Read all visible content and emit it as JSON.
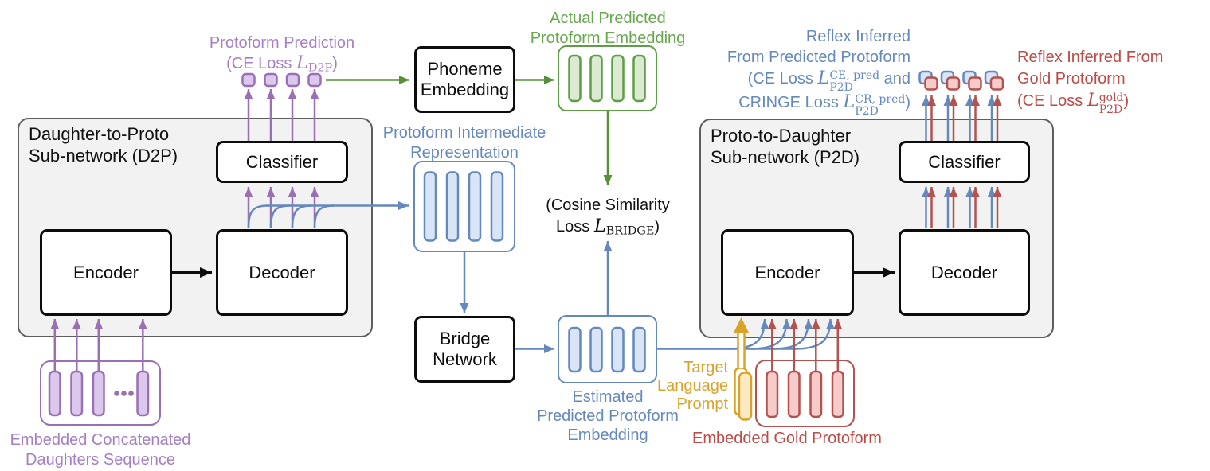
{
  "d2p": {
    "title_line1": "Daughter-to-Proto",
    "title_line2": "Sub-network (D2P)",
    "encoder": "Encoder",
    "decoder": "Decoder",
    "classifier": "Classifier"
  },
  "p2d": {
    "title_line1": "Proto-to-Daughter",
    "title_line2": "Sub-network (P2D)",
    "encoder": "Encoder",
    "decoder": "Decoder",
    "classifier": "Classifier"
  },
  "phoneme_embedding": {
    "line1": "Phoneme",
    "line2": "Embedding"
  },
  "bridge_network": {
    "line1": "Bridge",
    "line2": "Network"
  },
  "labels": {
    "protoform_prediction": {
      "line1": "Protoform Prediction",
      "loss_prefix": "(CE Loss ",
      "L": "L",
      "sub": "D2P",
      "suffix": ")"
    },
    "actual_predicted": {
      "line1": "Actual Predicted",
      "line2": "Protoform Embedding"
    },
    "protoform_intermediate": {
      "line1": "Protoform Intermediate",
      "line2": "Representation"
    },
    "cosine": {
      "line1": "(Cosine Similarity",
      "loss_prefix": "Loss ",
      "L": "L",
      "sub": "BRIDGE",
      "suffix": ")"
    },
    "estimated": {
      "line1": "Estimated",
      "line2": "Predicted Protoform",
      "line3": "Embedding"
    },
    "embedded_daughters": {
      "line1": "Embedded Concatenated",
      "line2": "Daughters Sequence"
    },
    "embedded_gold": {
      "text": "Embedded Gold Protoform"
    },
    "target_prompt": {
      "line1": "Target",
      "line2": "Language",
      "line3": "Prompt"
    },
    "reflex_pred": {
      "line1": "Reflex Inferred",
      "line2": "From Predicted Protoform",
      "line3_prefix": "(CE Loss ",
      "L3": "L",
      "line3_sup": "CE, pred",
      "line3_sub": "P2D",
      "line3_suffix": " and",
      "line4_prefix": "CRINGE Loss ",
      "L4": "L",
      "line4_sup": "CR, pred",
      "line4_sub": "P2D",
      "line4_suffix": ")"
    },
    "reflex_gold": {
      "line1": "Reflex Inferred From",
      "line2": "Gold Protoform",
      "line3_prefix": "(CE Loss ",
      "L": "L",
      "sup": "gold",
      "sub": "P2D",
      "suffix": ")"
    }
  },
  "colors": {
    "purple": "#9b6fb4",
    "purpleLight": "#dcc8ec",
    "purpleText": "#a67fc6",
    "green": "#5f9e47",
    "greenArrow": "#569039",
    "greenLight": "#ddead3",
    "greenText": "#67a84f",
    "blue": "#6589bd",
    "blueLight": "#d9e4f6",
    "red": "#b3524f",
    "redLight": "#f5ccc9",
    "redText": "#bd4b47",
    "yellow": "#d9a32a",
    "yellowLight": "#fce9c6",
    "grayFill": "#f2f2f2",
    "grayStroke": "#5e5e5e"
  }
}
